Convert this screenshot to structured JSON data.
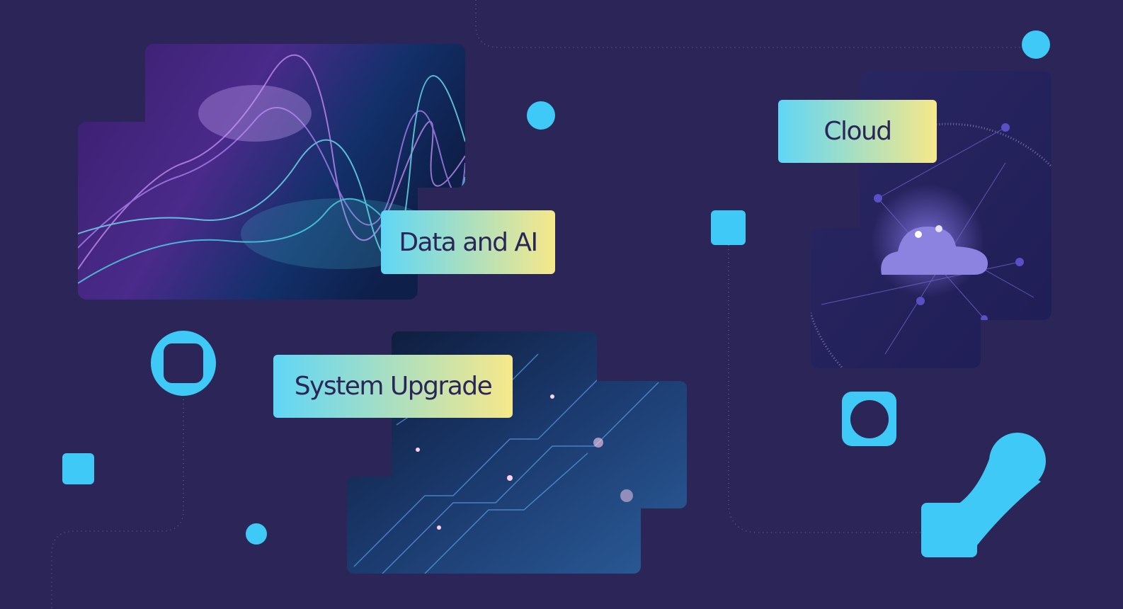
{
  "labels": {
    "data_ai": "Data and AI",
    "cloud": "Cloud",
    "system_upgrade": "System Upgrade"
  },
  "colors": {
    "background": "#2b2657",
    "accent": "#3ec9f7",
    "label_gradient_start": "#5fd6f6",
    "label_gradient_end": "#f6e88a",
    "label_text": "#2a2657"
  },
  "images": {
    "data_ai": "data-wave-visualization",
    "cloud": "cloud-globe-network",
    "system_upgrade": "circuit-board-lights"
  }
}
